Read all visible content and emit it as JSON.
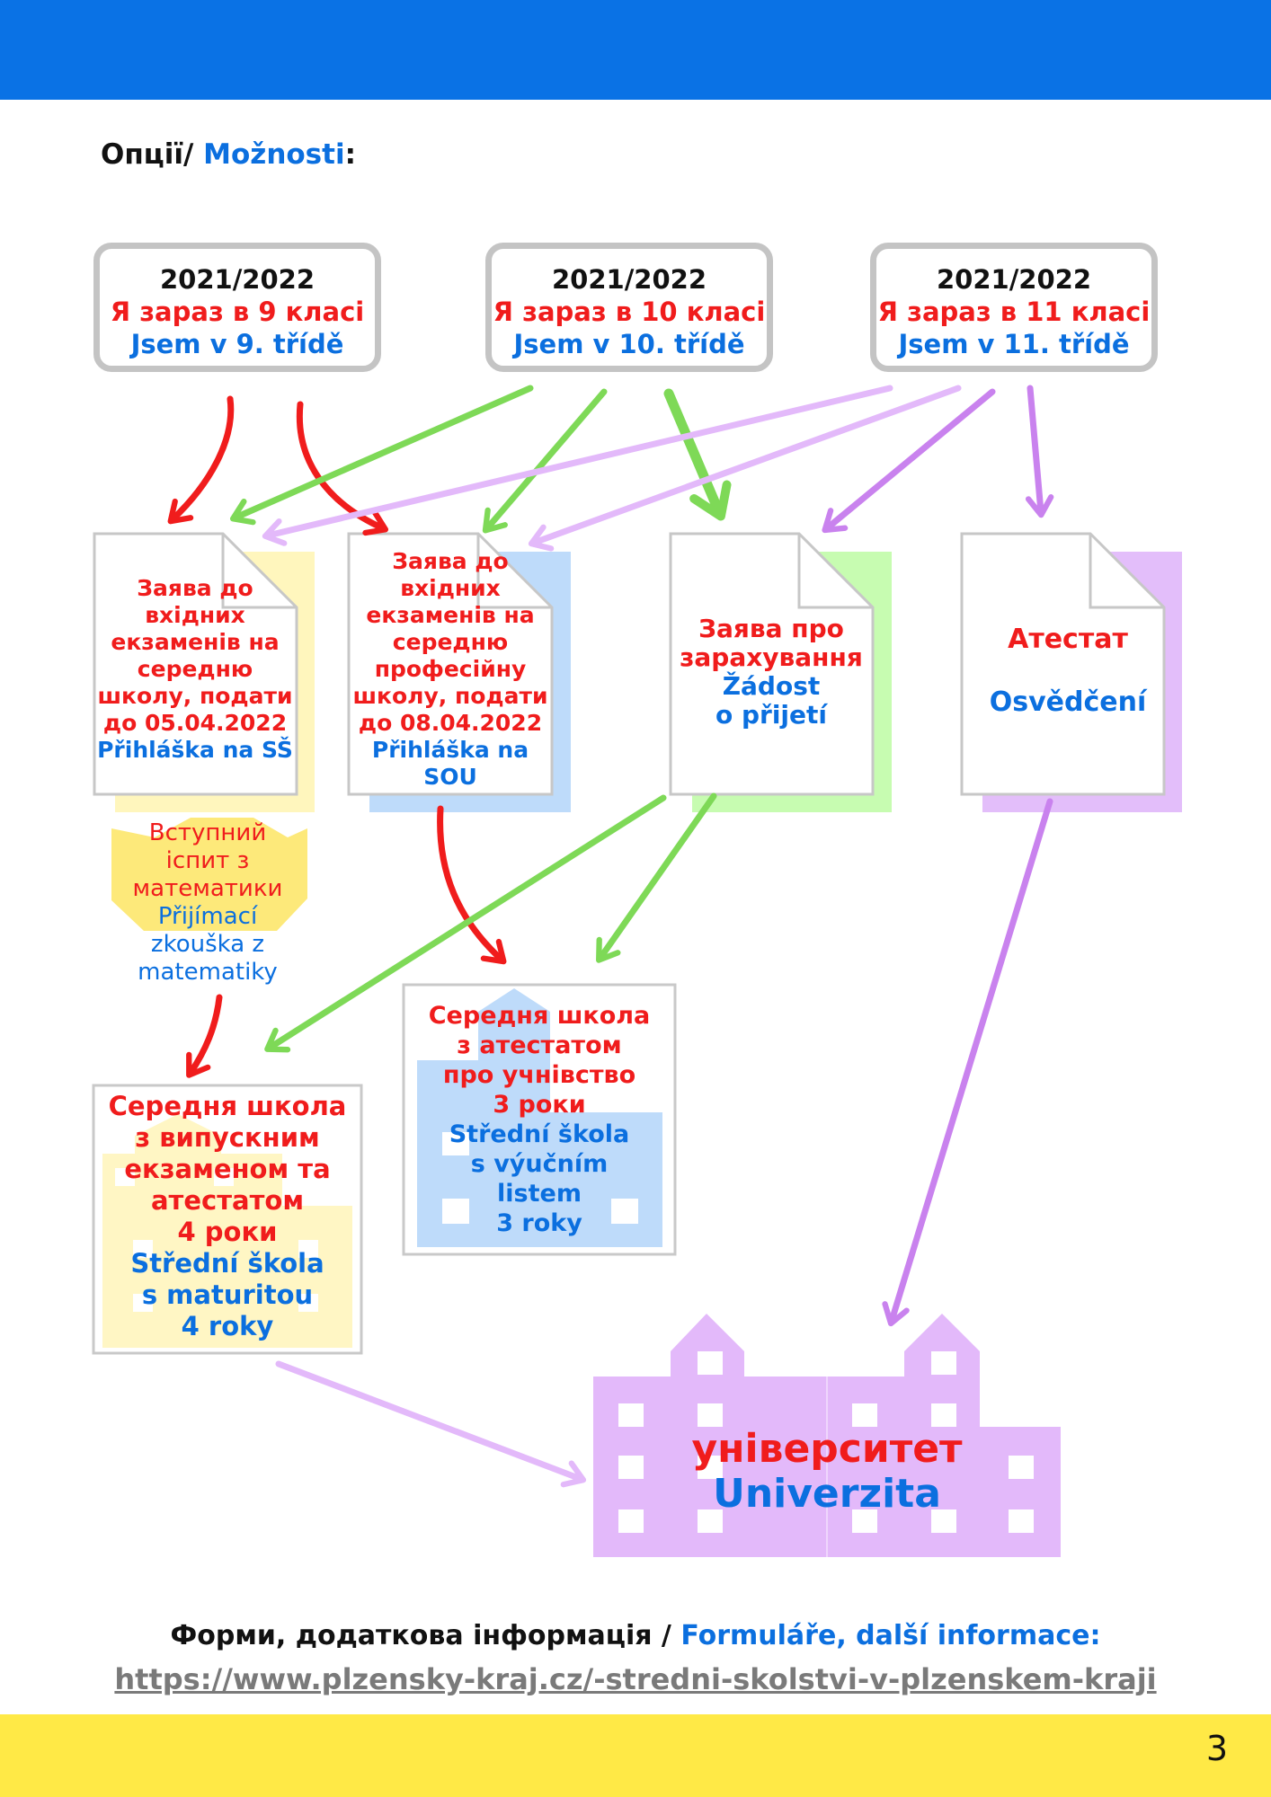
{
  "heading": {
    "part1": "Опції/",
    "part2": "Možnosti",
    "part3": ":"
  },
  "grades": [
    {
      "year": "2021/2022",
      "uk": "Я зараз в 9 класі",
      "cz": "Jsem v 9. třídě"
    },
    {
      "year": "2021/2022",
      "uk": "Я зараз в 10 класі",
      "cz": "Jsem v 10. třídě"
    },
    {
      "year": "2021/2022",
      "uk": "Я зараз в 11 класі",
      "cz": "Jsem v 11. třídě"
    }
  ],
  "documents": {
    "ss_application": {
      "uk": [
        "Заява до",
        "вхідних",
        "екзаменів на",
        "середню",
        "школу, подати",
        "до 05.04.2022"
      ],
      "cz": [
        "Přihláška na SŠ"
      ]
    },
    "sou_application": {
      "uk": [
        "Заява до",
        "вхідних",
        "екзаменів на",
        "середню",
        "професійну",
        "школу, подати",
        "до 08.04.2022"
      ],
      "cz": [
        "Přihláška na",
        "SOU"
      ]
    },
    "admission_request": {
      "uk": [
        "Заява про",
        "зарахування"
      ],
      "cz": [
        "Žádost",
        "o přijetí"
      ]
    },
    "certificate": {
      "uk": "Атестат",
      "cz": "Osvědčení"
    }
  },
  "exam": {
    "uk": [
      "Вступний",
      "іспит з",
      "математики"
    ],
    "cz": [
      "Přijímací",
      "zkouška z",
      "matematiky"
    ]
  },
  "schools": {
    "maturita": {
      "uk": [
        "Середня школа",
        "з випускним",
        "екзаменом та",
        "атестатом",
        "4 роки"
      ],
      "cz": [
        "Střední škola",
        "s maturitou",
        "4 roky"
      ]
    },
    "vyucni": {
      "uk": [
        "Середня школа",
        "з атестатом",
        "про учнівство",
        "3 роки"
      ],
      "cz": [
        "Střední škola",
        "s výučním",
        "listem",
        "3 roky"
      ]
    }
  },
  "university": {
    "uk": "університет",
    "cz": "Univerzita"
  },
  "footer": {
    "uk": "Форми, додаткова інформація /",
    "cz": "Formuláře, další informace:",
    "link": "https://www.plzensky-kraj.cz/-stredni-skolstvi-v-plzenskem-kraji"
  },
  "page_number": "3",
  "colors": {
    "top_bar": "#0a72e5",
    "bottom_bar": "#ffe946",
    "ukrainian_text": "#f01c1c",
    "czech_text": "#0b6fdf",
    "arrow_red": "#f01c1c",
    "arrow_green": "#7ed957",
    "arrow_purple": "#c982ee",
    "arrow_light_purple": "#e3b9fa"
  }
}
